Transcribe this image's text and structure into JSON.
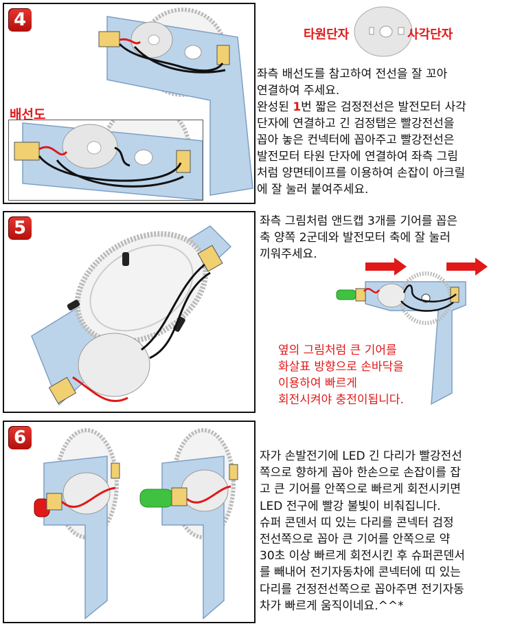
{
  "steps": [
    {
      "number": "4",
      "diagram_label": "배선도",
      "terminal_left": "타원단자",
      "terminal_right": "사각단자",
      "para1": "좌측 배선도를 참고하여 전선을 잘 꼬아\n연결하여 주세요.",
      "para2_prefix": "완성된 ",
      "para2_highlight": "1",
      "para2_rest": "번 짧은 검정전선은 발전모터 사각\n단자에 연결하고 긴 검정탭은 빨강전선을\n꼽아 놓은 컨넥터에 꼽아주고 빨강전선은\n발전모터 타원 단자에 연결하여 좌측 그림\n처럼 양면테이프를 이용하여 손잡이 아크릴\n에 잘 눌러 붙여주세요."
    },
    {
      "number": "5",
      "para1": "좌측 그림처럼 앤드캡 3개를 기어를 꼽은\n축 양쪽 2군데와 발전모터 축에 잘 눌러\n끼워주세요.",
      "note": "옆의 그림처럼 큰 기어를\n화살표 방향으로 손바닥을\n이용하여 빠르게\n회전시켜야 충전이됩니다."
    },
    {
      "number": "6",
      "para1": "자가 손발전기에 LED 긴 다리가 빨강전선\n쪽으로 향하게 꼽아 한손으로 손잡이를 잡\n고 큰 기어를 안쪽으로 빠르게 회전시키면\nLED 전구에 빨강 불빛이 비춰집니다.\n슈퍼 콘덴서 띠 있는 다리를 콘넥터 검정\n전선쪽으로 꼽아 큰 기어를 안쪽으로 약\n30초 이상 빠르게 회전시킨 후 슈퍼콘덴서\n를 빼내어 전기자동차에 콘넥터에 띠 있는\n다리를 건정전선쪽으로 꼽아주면 전기자동\n차가 빠르게 움직이네요.^^*"
    }
  ],
  "colors": {
    "acrylic": "#bcd4ea",
    "acrylic_edge": "#7d9fc4",
    "wire_red": "#e01818",
    "connector": "#f0d070",
    "arrow": "#e01818",
    "badge": "#d0201b"
  }
}
